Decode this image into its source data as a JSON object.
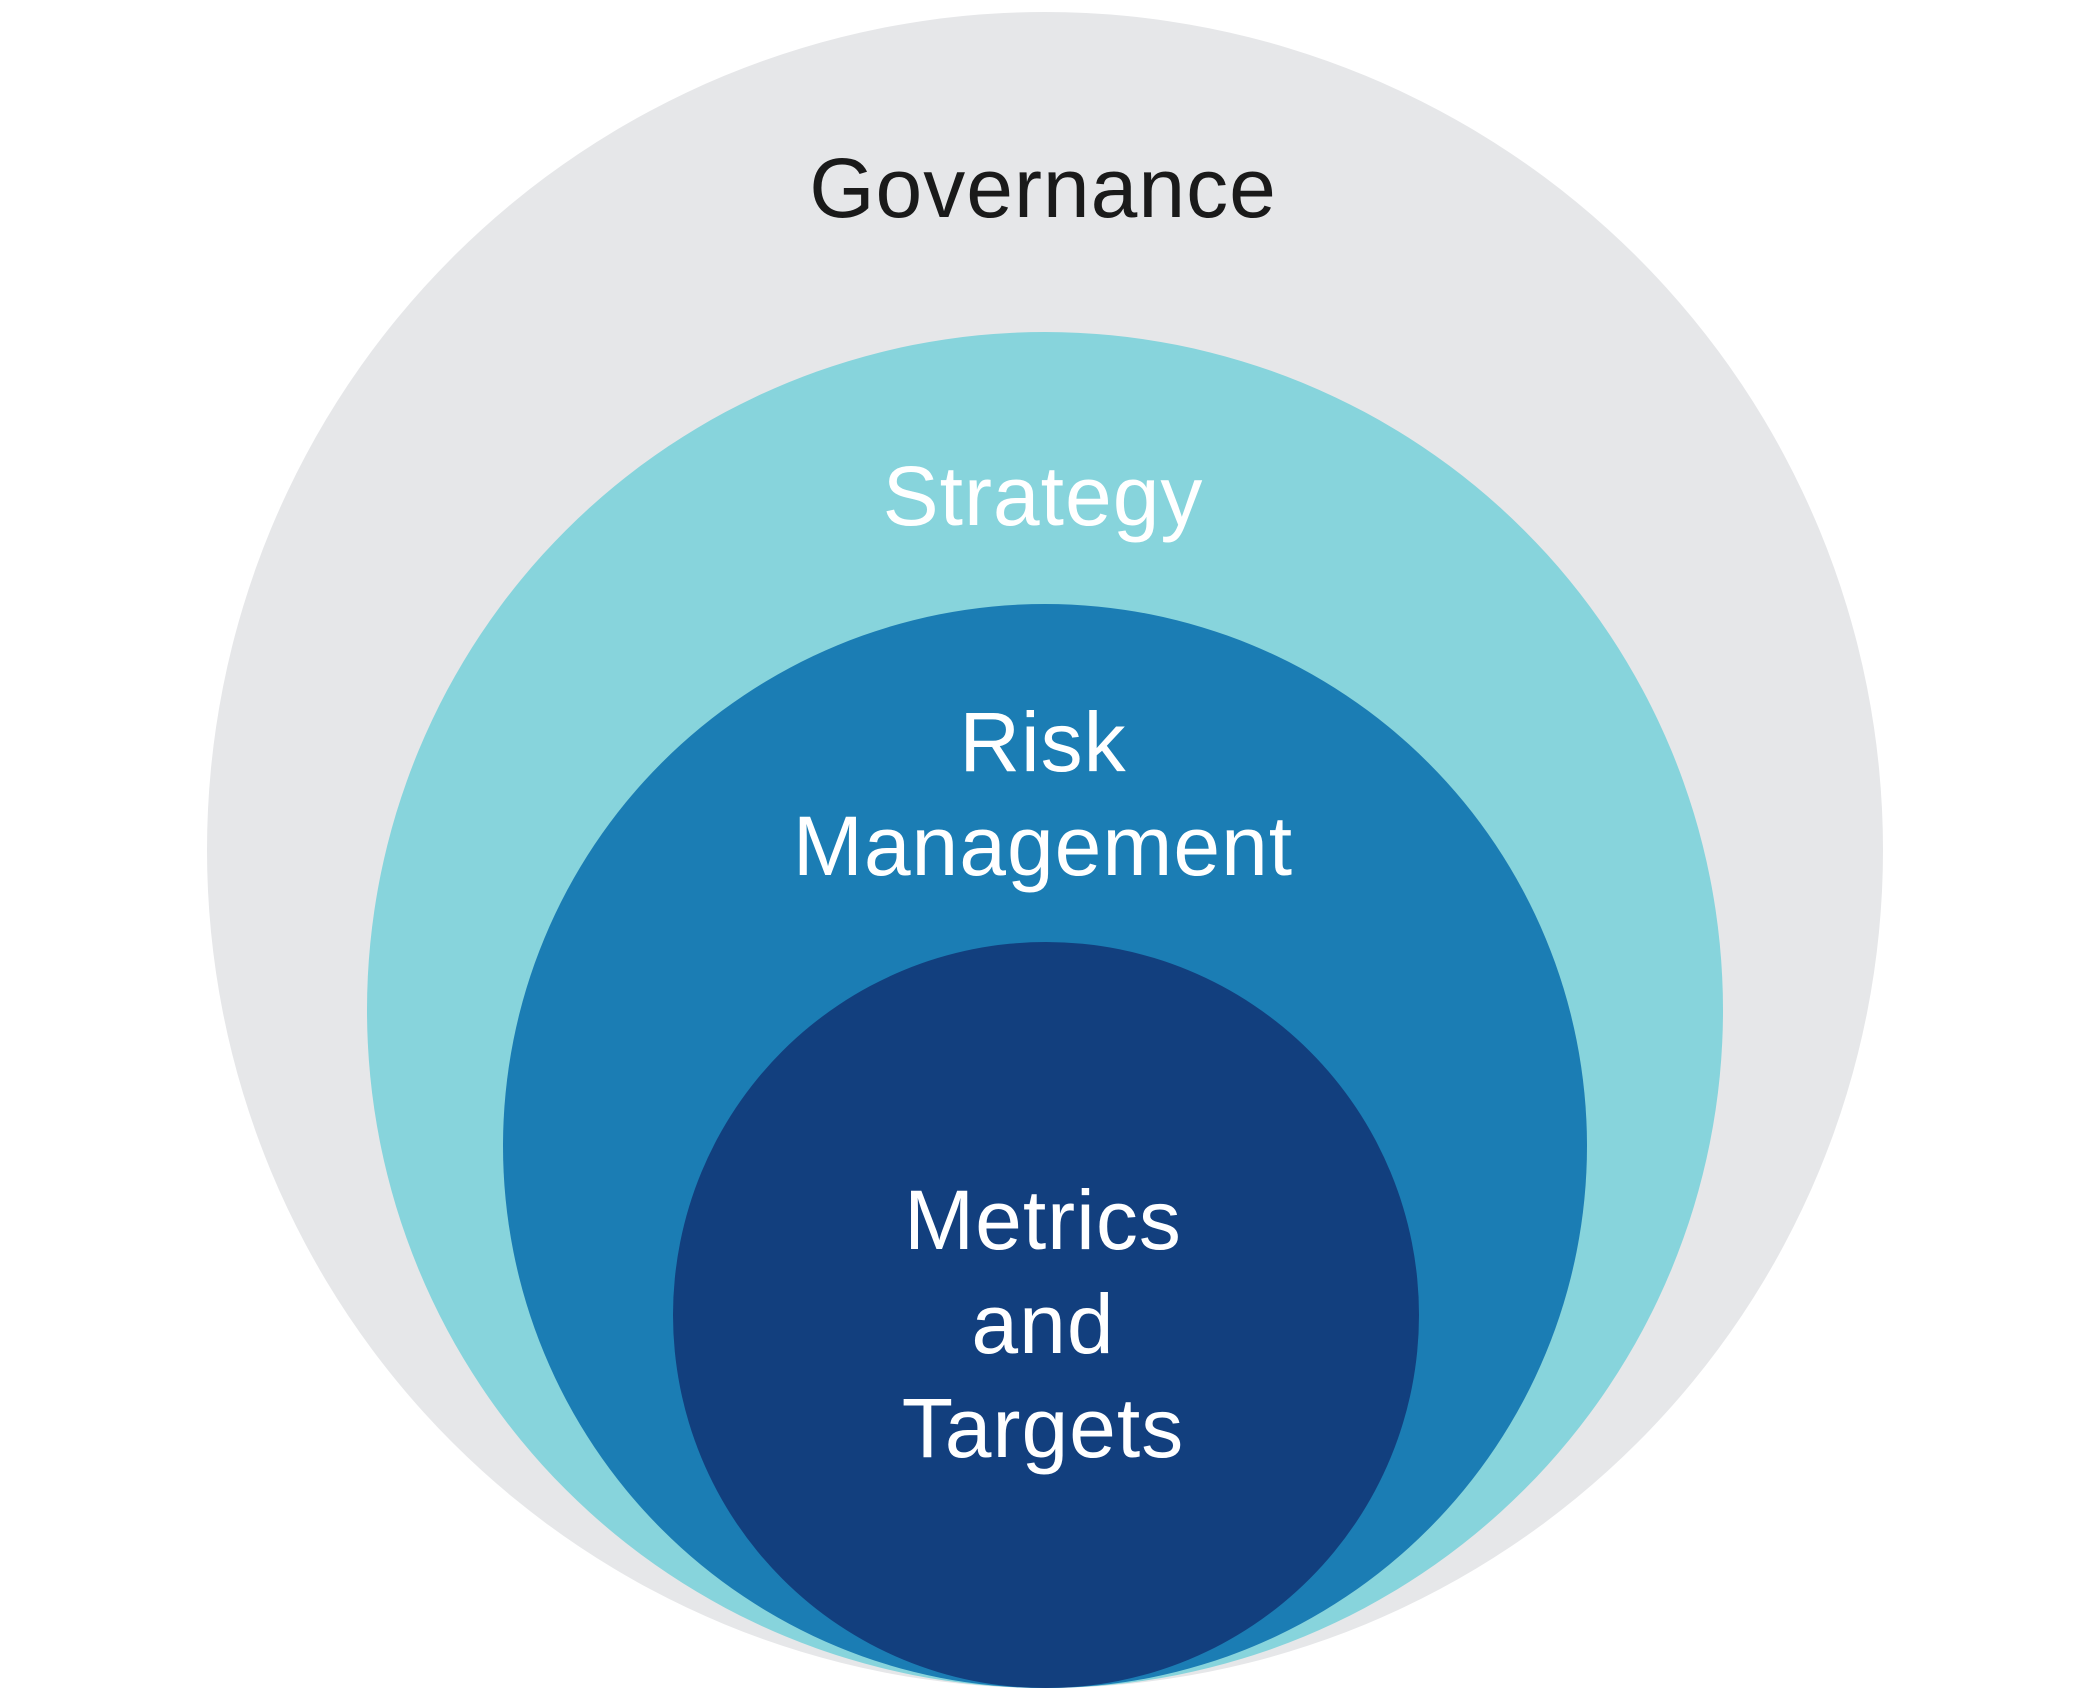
{
  "layers": [
    {
      "id": "governance",
      "label": "Governance",
      "fill": "#e6e7e9",
      "text_color": "#1a1a1a"
    },
    {
      "id": "strategy",
      "label": "Strategy",
      "fill": "#87d4dc",
      "text_color": "#ffffff"
    },
    {
      "id": "risk",
      "label": "Risk\nManagement",
      "fill": "#1b7db4",
      "text_color": "#ffffff"
    },
    {
      "id": "metrics",
      "label": "Metrics\nand\nTargets",
      "fill": "#123f7e",
      "text_color": "#ffffff"
    }
  ]
}
